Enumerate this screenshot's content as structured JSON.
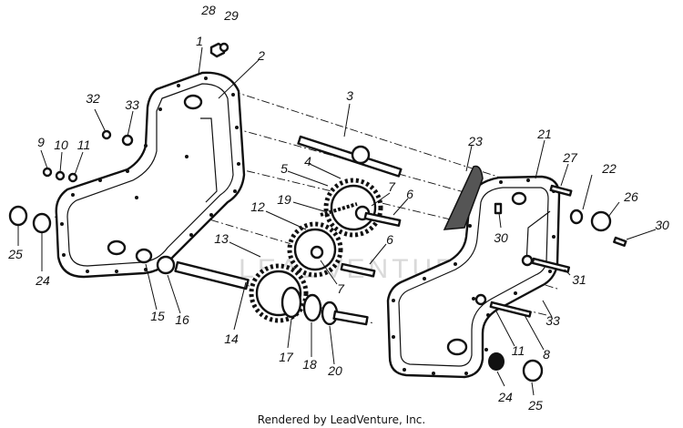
{
  "callouts": [
    {
      "id": "c28",
      "text": "28"
    },
    {
      "id": "c29",
      "text": "29"
    },
    {
      "id": "c1",
      "text": "1"
    },
    {
      "id": "c2",
      "text": "2"
    },
    {
      "id": "c3",
      "text": "3"
    },
    {
      "id": "c32",
      "text": "32"
    },
    {
      "id": "c33a",
      "text": "33"
    },
    {
      "id": "c9",
      "text": "9"
    },
    {
      "id": "c10",
      "text": "10"
    },
    {
      "id": "c11a",
      "text": "11"
    },
    {
      "id": "c4",
      "text": "4"
    },
    {
      "id": "c5",
      "text": "5"
    },
    {
      "id": "c23",
      "text": "23"
    },
    {
      "id": "c21",
      "text": "21"
    },
    {
      "id": "c27",
      "text": "27"
    },
    {
      "id": "c22",
      "text": "22"
    },
    {
      "id": "c26",
      "text": "26"
    },
    {
      "id": "c30a",
      "text": "30"
    },
    {
      "id": "c30b",
      "text": "30"
    },
    {
      "id": "c7a",
      "text": "7"
    },
    {
      "id": "c6a",
      "text": "6"
    },
    {
      "id": "c19",
      "text": "19"
    },
    {
      "id": "c12",
      "text": "12"
    },
    {
      "id": "c6b",
      "text": "6"
    },
    {
      "id": "c13",
      "text": "13"
    },
    {
      "id": "c25a",
      "text": "25"
    },
    {
      "id": "c24a",
      "text": "24"
    },
    {
      "id": "c7b",
      "text": "7"
    },
    {
      "id": "c31",
      "text": "31"
    },
    {
      "id": "c15",
      "text": "15"
    },
    {
      "id": "c16",
      "text": "16"
    },
    {
      "id": "c14",
      "text": "14"
    },
    {
      "id": "c33b",
      "text": "33"
    },
    {
      "id": "c11b",
      "text": "11"
    },
    {
      "id": "c8",
      "text": "8"
    },
    {
      "id": "c17",
      "text": "17"
    },
    {
      "id": "c18",
      "text": "18"
    },
    {
      "id": "c20",
      "text": "20"
    },
    {
      "id": "c24b",
      "text": "24"
    },
    {
      "id": "c25b",
      "text": "25"
    }
  ],
  "footer": "Rendered by LeadVenture, Inc.",
  "watermark": "LEADVENTURE",
  "colors": {
    "ink": "#111111",
    "paper": "#ffffff",
    "watermark": "#d9d9d9"
  }
}
